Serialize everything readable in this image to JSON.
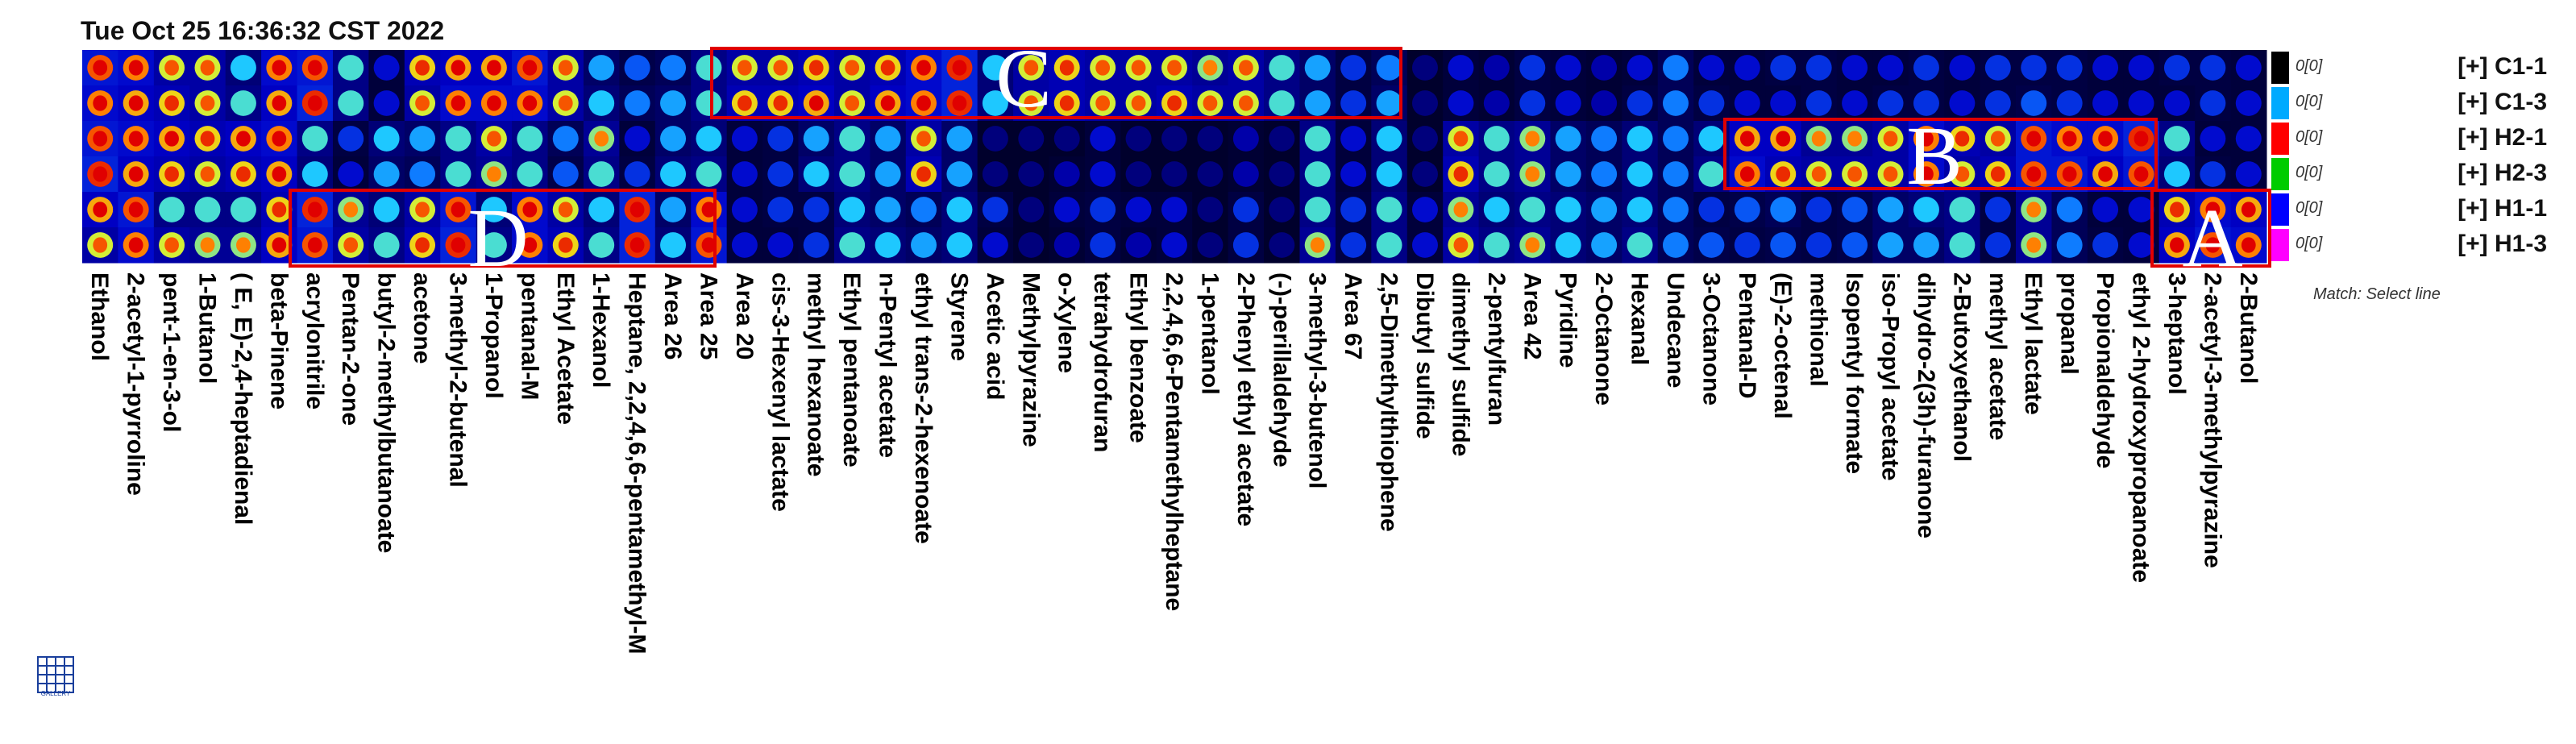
{
  "timestamp": "Tue Oct 25 16:36:32 CST 2022",
  "samples": [
    {
      "name": "[+] C1-1",
      "count": "0[0]",
      "color": "#000000"
    },
    {
      "name": "[+] C1-3",
      "count": "0[0]",
      "color": "#00aaff"
    },
    {
      "name": "[+] H2-1",
      "count": "0[0]",
      "color": "#ff0000"
    },
    {
      "name": "[+] H2-3",
      "count": "0[0]",
      "color": "#00cc00"
    },
    {
      "name": "[+] H1-1",
      "count": "0[0]",
      "color": "#0000ff"
    },
    {
      "name": "[+] H1-3",
      "count": "0[0]",
      "color": "#ff00ff"
    }
  ],
  "match_hint": "Match: Select line",
  "gallery_label": "GALLERY",
  "boxes": [
    {
      "letter": "C",
      "label_color": "#ffffff",
      "border": "#e00000"
    },
    {
      "letter": "B",
      "label_color": "#ffffff",
      "border": "#e00000"
    },
    {
      "letter": "A",
      "label_color": "#ffffff",
      "border": "#e00000"
    },
    {
      "letter": "D",
      "label_color": "#ffffff",
      "border": "#e00000"
    }
  ],
  "chart_data": {
    "type": "heatmap",
    "rows": [
      "[+] C1-1",
      "[+] C1-3",
      "[+] H2-1",
      "[+] H2-3",
      "[+] H1-1",
      "[+] H1-3"
    ],
    "columns": [
      "Ethanol",
      "2-acetyl-1-pyrroline",
      "pent-1-en-3-ol",
      "1-Butanol",
      "( E, E)-2,4-heptadienal",
      "beta-Pinene",
      "acrylonitrile",
      "Pentan-2-one",
      "butyl-2-methylbutanoate",
      "acetone",
      "3-methyl-2-butenal",
      "1-Propanol",
      "pentanal-M",
      "Ethyl Acetate",
      "1-Hexanol",
      "Heptane, 2,2,4,6,6-pentamethyl-M",
      "Area 26",
      "Area 25",
      "Area 20",
      "cis-3-Hexenyl lactate",
      "methyl hexanoate",
      "Ethyl pentanoate",
      "n-Pentyl acetate",
      "ethyl trans-2-hexenoate",
      "Styrene",
      "Acetic acid",
      "Methylpyrazine",
      "o-Xylene",
      "tetrahydrofuran",
      "Ethyl benzoate",
      "2,2,4,6,6-Pentamethylheptane",
      "1-pentanol",
      "2-Phenyl ethyl acetate",
      "(-)-perillaldehyde",
      "3-methyl-3-butenol",
      "Area 67",
      "2,5-Dimethylthiophene",
      "Dibutyl sulfide",
      "dimethyl sulfide",
      "2-pentylfuran",
      "Area 42",
      "Pyridine",
      "2-Octanone",
      "Hexanal",
      "Undecane",
      "3-Octanone",
      "Pentanal-D",
      "(E)-2-octenal",
      "methional",
      "Isopentyl formate",
      "iso-Propyl acetate",
      "dihydro-2(3h)-furanone",
      "2-Butoxyethanol",
      "methyl acetate",
      "Ethyl lactate",
      "propanal",
      "Propionaldehyde",
      "ethyl 2-hydroxypropanoate",
      "3-heptanol",
      "2-acetyl-3-methylpyrazine",
      "2-Butanol"
    ],
    "color_scale": [
      "#000010",
      "#00004a",
      "#0000c8",
      "#0a6cff",
      "#22d8ff",
      "#e8f020",
      "#ff7a00",
      "#e00000"
    ],
    "intensity": [
      [
        0.9,
        0.85,
        0.9,
        0.95,
        0.8,
        0.7
      ],
      [
        0.85,
        0.8,
        0.85,
        0.8,
        0.9,
        0.85
      ],
      [
        0.7,
        0.75,
        0.8,
        0.75,
        0.6,
        0.7
      ],
      [
        0.7,
        0.7,
        0.75,
        0.7,
        0.6,
        0.65
      ],
      [
        0.55,
        0.6,
        0.8,
        0.75,
        0.6,
        0.65
      ],
      [
        0.85,
        0.8,
        0.85,
        0.8,
        0.75,
        0.8
      ],
      [
        0.9,
        0.95,
        0.6,
        0.55,
        0.95,
        0.9
      ],
      [
        0.6,
        0.6,
        0.35,
        0.3,
        0.65,
        0.7
      ],
      [
        0.3,
        0.3,
        0.55,
        0.5,
        0.55,
        0.6
      ],
      [
        0.75,
        0.7,
        0.5,
        0.45,
        0.7,
        0.75
      ],
      [
        0.8,
        0.85,
        0.6,
        0.6,
        0.9,
        0.95
      ],
      [
        0.8,
        0.85,
        0.7,
        0.65,
        0.55,
        0.6
      ],
      [
        0.9,
        0.85,
        0.6,
        0.6,
        0.85,
        0.85
      ],
      [
        0.7,
        0.7,
        0.45,
        0.4,
        0.7,
        0.75
      ],
      [
        0.5,
        0.55,
        0.65,
        0.6,
        0.55,
        0.6
      ],
      [
        0.4,
        0.45,
        0.3,
        0.35,
        0.95,
        0.95
      ],
      [
        0.45,
        0.5,
        0.5,
        0.55,
        0.5,
        0.55
      ],
      [
        0.6,
        0.6,
        0.55,
        0.6,
        0.85,
        0.9
      ],
      [
        0.7,
        0.75,
        0.3,
        0.3,
        0.3,
        0.3
      ],
      [
        0.7,
        0.75,
        0.35,
        0.35,
        0.35,
        0.3
      ],
      [
        0.75,
        0.8,
        0.5,
        0.55,
        0.35,
        0.35
      ],
      [
        0.7,
        0.7,
        0.6,
        0.6,
        0.55,
        0.6
      ],
      [
        0.75,
        0.8,
        0.5,
        0.5,
        0.5,
        0.55
      ],
      [
        0.85,
        0.85,
        0.7,
        0.75,
        0.45,
        0.5
      ],
      [
        0.95,
        0.95,
        0.5,
        0.5,
        0.55,
        0.55
      ],
      [
        0.55,
        0.55,
        0.2,
        0.2,
        0.35,
        0.3
      ],
      [
        0.7,
        0.7,
        0.2,
        0.2,
        0.2,
        0.2
      ],
      [
        0.75,
        0.75,
        0.2,
        0.25,
        0.3,
        0.25
      ],
      [
        0.7,
        0.7,
        0.3,
        0.3,
        0.35,
        0.35
      ],
      [
        0.7,
        0.7,
        0.2,
        0.2,
        0.3,
        0.25
      ],
      [
        0.7,
        0.75,
        0.2,
        0.2,
        0.3,
        0.3
      ],
      [
        0.65,
        0.7,
        0.2,
        0.2,
        0.2,
        0.2
      ],
      [
        0.7,
        0.7,
        0.25,
        0.25,
        0.35,
        0.35
      ],
      [
        0.6,
        0.6,
        0.2,
        0.2,
        0.2,
        0.2
      ],
      [
        0.5,
        0.5,
        0.6,
        0.6,
        0.6,
        0.65
      ],
      [
        0.35,
        0.35,
        0.3,
        0.3,
        0.35,
        0.35
      ],
      [
        0.45,
        0.5,
        0.55,
        0.55,
        0.6,
        0.6
      ],
      [
        0.2,
        0.2,
        0.2,
        0.2,
        0.3,
        0.3
      ],
      [
        0.3,
        0.3,
        0.7,
        0.75,
        0.65,
        0.7
      ],
      [
        0.25,
        0.25,
        0.6,
        0.6,
        0.55,
        0.6
      ],
      [
        0.35,
        0.35,
        0.65,
        0.65,
        0.6,
        0.65
      ],
      [
        0.3,
        0.3,
        0.5,
        0.5,
        0.55,
        0.55
      ],
      [
        0.25,
        0.25,
        0.45,
        0.45,
        0.5,
        0.5
      ],
      [
        0.3,
        0.35,
        0.55,
        0.55,
        0.55,
        0.6
      ],
      [
        0.45,
        0.45,
        0.45,
        0.45,
        0.45,
        0.45
      ],
      [
        0.3,
        0.35,
        0.55,
        0.6,
        0.35,
        0.4
      ],
      [
        0.3,
        0.3,
        0.8,
        0.85,
        0.4,
        0.35
      ],
      [
        0.35,
        0.3,
        0.8,
        0.75,
        0.45,
        0.4
      ],
      [
        0.35,
        0.35,
        0.65,
        0.7,
        0.35,
        0.35
      ],
      [
        0.3,
        0.3,
        0.65,
        0.7,
        0.4,
        0.4
      ],
      [
        0.3,
        0.35,
        0.7,
        0.7,
        0.5,
        0.5
      ],
      [
        0.35,
        0.35,
        0.85,
        0.85,
        0.55,
        0.5
      ],
      [
        0.3,
        0.3,
        0.75,
        0.7,
        0.6,
        0.6
      ],
      [
        0.35,
        0.35,
        0.7,
        0.75,
        0.35,
        0.35
      ],
      [
        0.35,
        0.4,
        0.9,
        0.9,
        0.65,
        0.65
      ],
      [
        0.35,
        0.35,
        0.85,
        0.9,
        0.45,
        0.45
      ],
      [
        0.3,
        0.3,
        0.85,
        0.8,
        0.3,
        0.35
      ],
      [
        0.3,
        0.3,
        0.95,
        0.9,
        0.3,
        0.3
      ],
      [
        0.35,
        0.3,
        0.6,
        0.55,
        0.75,
        0.8
      ],
      [
        0.35,
        0.35,
        0.3,
        0.35,
        0.85,
        0.9
      ],
      [
        0.3,
        0.3,
        0.3,
        0.3,
        0.8,
        0.85
      ]
    ]
  }
}
